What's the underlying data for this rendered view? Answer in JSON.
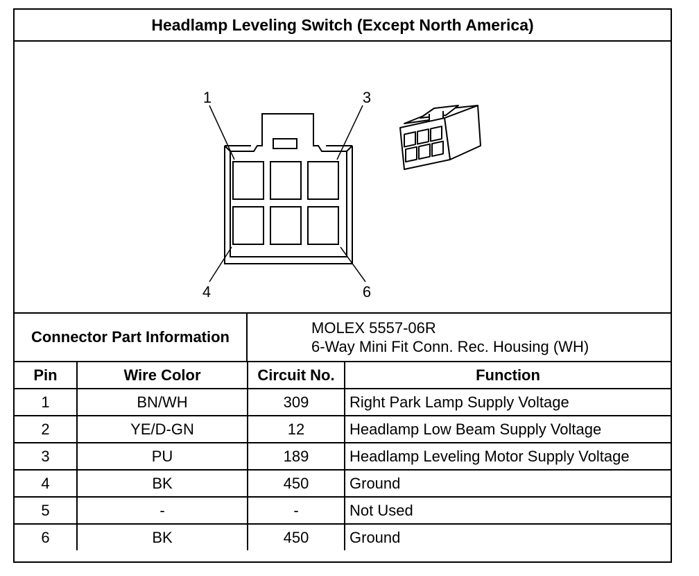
{
  "title": "Headlamp Leveling Switch (Except North America)",
  "diagram": {
    "pin_labels": [
      "1",
      "3",
      "4",
      "6"
    ]
  },
  "connector": {
    "label": "Connector Part Information",
    "part_line1": "MOLEX 5557-06R",
    "part_line2": "6-Way Mini Fit Conn. Rec. Housing (WH)"
  },
  "table": {
    "headers": [
      "Pin",
      "Wire Color",
      "Circuit No.",
      "Function"
    ],
    "rows": [
      {
        "pin": "1",
        "wire": "BN/WH",
        "circuit": "309",
        "function": "Right Park Lamp Supply Voltage"
      },
      {
        "pin": "2",
        "wire": "YE/D-GN",
        "circuit": "12",
        "function": "Headlamp Low Beam Supply Voltage"
      },
      {
        "pin": "3",
        "wire": "PU",
        "circuit": "189",
        "function": "Headlamp Leveling Motor Supply Voltage"
      },
      {
        "pin": "4",
        "wire": "BK",
        "circuit": "450",
        "function": "Ground"
      },
      {
        "pin": "5",
        "wire": "-",
        "circuit": "-",
        "function": "Not Used"
      },
      {
        "pin": "6",
        "wire": "BK",
        "circuit": "450",
        "function": "Ground"
      }
    ]
  }
}
